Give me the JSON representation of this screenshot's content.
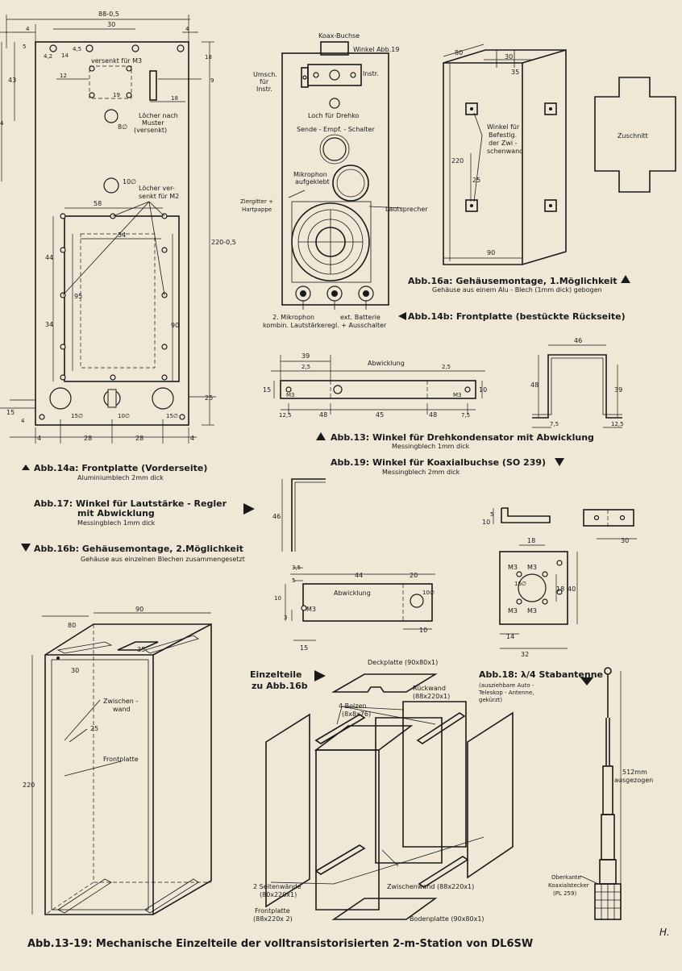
{
  "fig14a": {
    "caption": "Abb.14a: Frontplatte (Vorderseite)",
    "material": "Aluminiumblech 2mm dick",
    "labels": {
      "versenkt": "versenkt für M3",
      "loecher_muster": "Löcher nach",
      "loecher_muster2": "Muster",
      "loecher_muster3": "(versenkt)",
      "loecher_m2a": "Löcher ver-",
      "loecher_m2b": "senkt für M2",
      "hole8": "8∅",
      "hole10": "10∅",
      "hole10b": "10∅",
      "hole15a": "15∅",
      "hole15b": "15∅"
    },
    "dims": {
      "top_width": "88-0,5",
      "top_30": "30",
      "top_4a": "4",
      "top_4b": "4",
      "d5": "5",
      "d42": "4,2",
      "d14": "14",
      "d45": "4,5",
      "d18": "18",
      "d12": "12",
      "d9": "9",
      "d19": "19",
      "d18b": "18",
      "d43": "43",
      "d4": "4",
      "height": "220-0,5",
      "d58": "58",
      "d54": "54",
      "d44": "44",
      "d95": "95",
      "d34": "34",
      "d90": "90",
      "d25": "25",
      "d15": "15",
      "d4c": "4",
      "bot_4a": "4",
      "bot_28a": "28",
      "bot_28b": "28",
      "bot_4b": "4"
    }
  },
  "fig14b": {
    "caption": "Abb.14b: Frontplatte (bestückte Rückseite)",
    "labels": {
      "koax": "Koax-Buchse",
      "winkel": "Winkel Abb.19",
      "umsch1": "Umsch.",
      "umsch2": "für",
      "umsch3": "Instr.",
      "instr": "Instr.",
      "loch": "Loch für Drehko",
      "schalter": "Sende - Empf. - Schalter",
      "mikro1": "Mikrophon",
      "mikro2": "aufgeklebt",
      "ziergitter1": "Ziergitter +",
      "ziergitter2": "Hartpappe",
      "lautsprecher": "Lautsprecher",
      "zmikro": "2. Mikrophon",
      "batterie": "ext. Batterie",
      "kombin": "kombin. Lautstärkeregl. + Ausschalter"
    }
  },
  "fig16a": {
    "caption": "Abb.16a: Gehäusemontage, 1.Möglichkeit",
    "material": "Gehäuse aus einem Alu - Blech (1mm dick) gebogen",
    "dims": {
      "d80": "80",
      "d30": "30",
      "d35": "35",
      "d220": "220",
      "d25": "25",
      "d90": "90"
    },
    "labels": {
      "winkel1": "Winkel für",
      "winkel2": "Befestig.",
      "winkel3": "der Zwi -",
      "winkel4": "schenwand",
      "zuschnitt": "Zuschnitt"
    }
  },
  "fig13": {
    "caption": "Abb.13: Winkel für Drehkondensator mit Abwicklung",
    "material": "Messingblech 1mm dick",
    "dims": {
      "d39": "39",
      "d25a": "2,5",
      "d25b": "2,5",
      "abw": "Abwicklung",
      "d15": "15",
      "m3a": "M3",
      "m3b": "M3",
      "d10": "10",
      "d125a": "12,5",
      "d48a": "48",
      "d45": "45",
      "d48b": "48",
      "d75": "7,5",
      "d46": "46",
      "d48c": "48",
      "d39b": "39",
      "d75b": "7,5",
      "d125b": "12,5"
    }
  },
  "fig19": {
    "caption": "Abb.19: Winkel für Koaxialbuchse (SO 239)",
    "material": "Messingblech 2mm dick",
    "dims": {
      "d10": "10",
      "d5": "5",
      "d30": "30",
      "d18": "18",
      "m3a": "M3",
      "m3b": "M3",
      "m3c": "M3",
      "m3d": "M3",
      "d16": "16∅",
      "d18b": "18",
      "d40": "40",
      "d14": "14",
      "d32": "32"
    }
  },
  "fig17": {
    "caption1": "Abb.17: Winkel für Lautstärke - Regler",
    "caption2": "mit Abwicklung",
    "material": "Messingblech 1mm dick",
    "dims": {
      "d46": "46",
      "d35": "3,5",
      "d5": "5",
      "d44": "44",
      "d20": "20",
      "abw": "Abwicklung",
      "d10": "10",
      "d10h": "10∅",
      "d3": "3",
      "m3": "M3",
      "d10b": "10",
      "d15": "15"
    }
  },
  "fig16b": {
    "caption": "Abb.16b: Gehäusemontage, 2.Möglichkeit",
    "material": "Gehäuse aus einzelnen Blechen zusammengesetzt",
    "dims": {
      "d90": "90",
      "d80": "80",
      "d35": "35",
      "d30": "30",
      "d25": "25",
      "d220": "220"
    },
    "labels": {
      "zw1": "Zwischen -",
      "zw2": "wand",
      "front": "Frontplatte"
    }
  },
  "einzelteile": {
    "title1": "Einzelteile",
    "title2": "zu Abb.16b",
    "deckplatte": "Deckplatte (90x80x1)",
    "bolzen1": "4 Bolzen",
    "bolzen2": "(8x8x76)",
    "rueck1": "Rückwand",
    "rueck2": "(88x220x1)",
    "seiten1": "2 Seitenwände",
    "seiten2": "(80x220x1)",
    "front1": "Frontplatte",
    "front2": "(88x220x 2)",
    "zwisch": "Zwischenwand (88x220x1)",
    "boden": "Bodenplatte (90x80x1)"
  },
  "fig18": {
    "caption": "Abb.18: λ/4 Stabantenne",
    "sub1": "(ausziehbare Auto -",
    "sub2": "Teleskop - Antenne,",
    "sub3": "gekürzt)",
    "len1": "512mm",
    "len2": "ausgezogen",
    "ober1": "Oberkante",
    "ober2": "Koaxialstecker",
    "ober3": "(PL 259)"
  },
  "footer": "Abb.13-19: Mechanische Einzelteile der volltransistorisierten 2-m-Station von DL6SW",
  "signature": "H."
}
